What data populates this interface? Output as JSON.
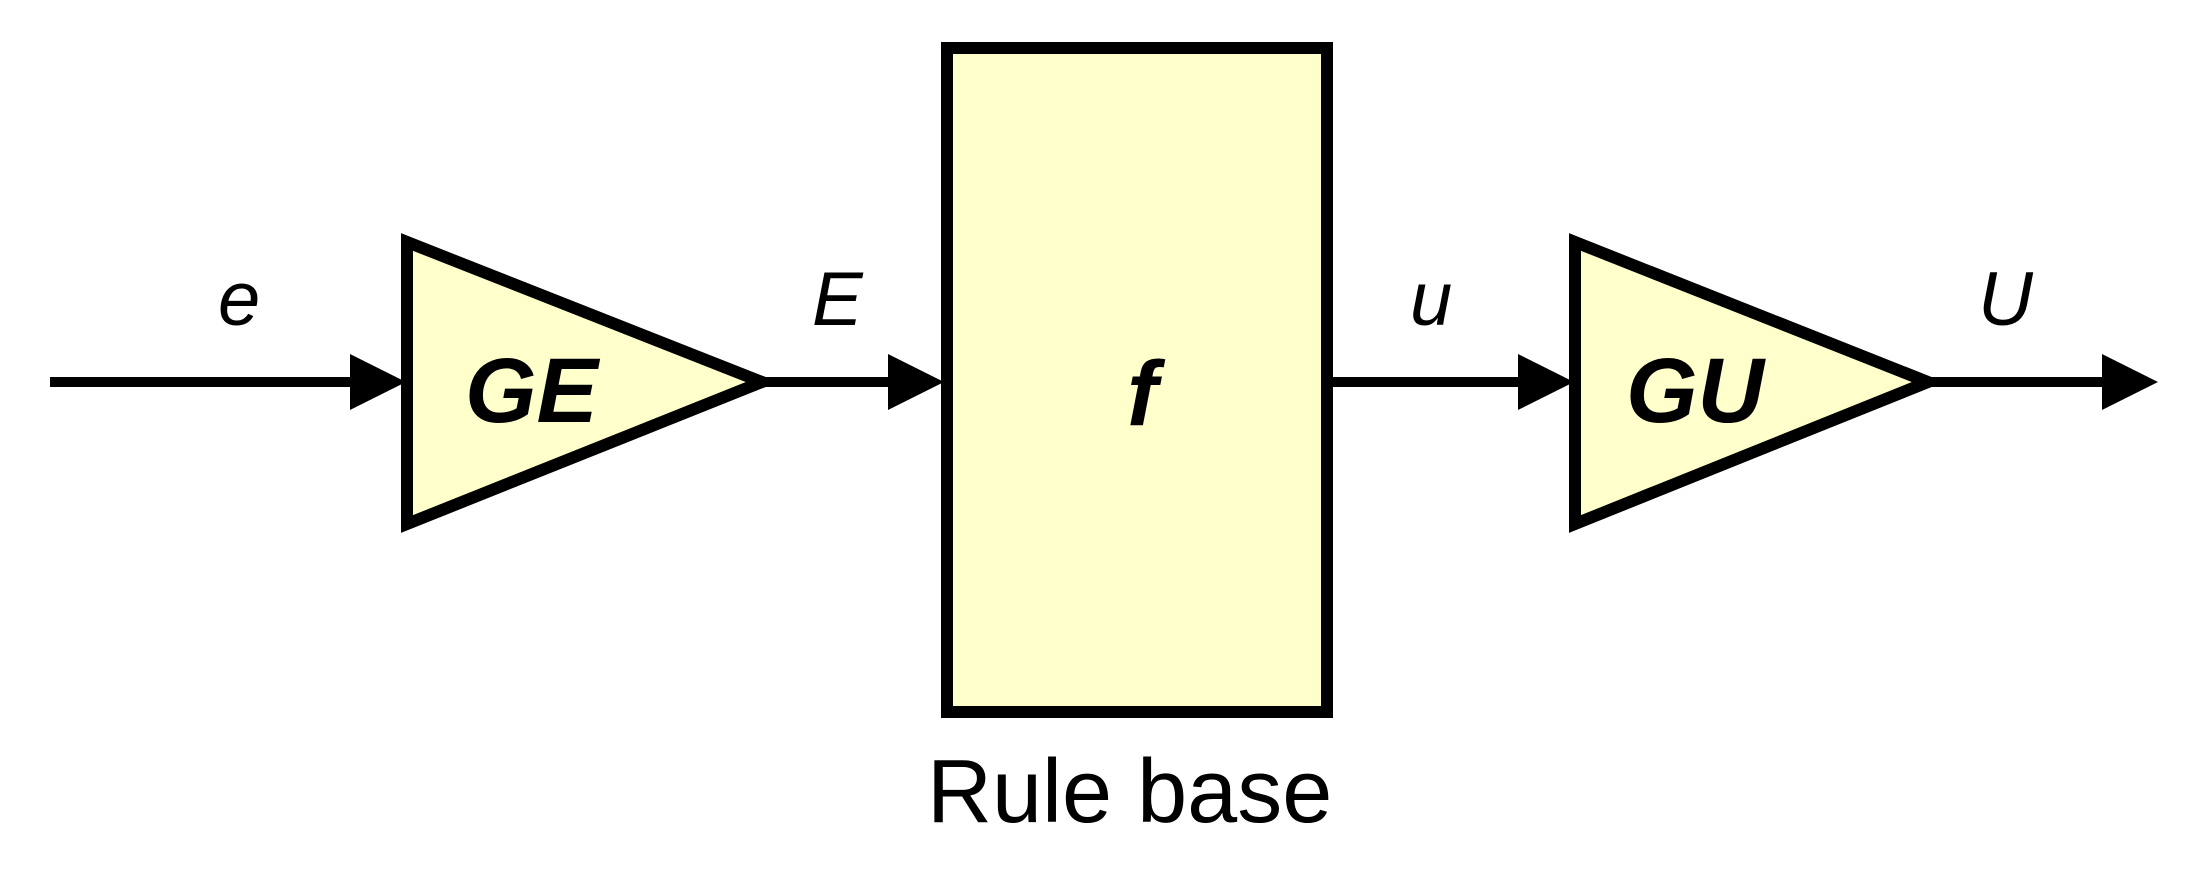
{
  "signals": {
    "input_label": "e",
    "scaled_input_label": "E",
    "controller_output_label": "u",
    "scaled_output_label": "U"
  },
  "blocks": {
    "input_gain_label": "GE",
    "rule_block_label": "f",
    "output_gain_label": "GU",
    "rule_block_caption": "Rule base"
  },
  "colors": {
    "block_fill": "#FFFFCC",
    "stroke": "#000000",
    "background": "#FFFFFF"
  }
}
